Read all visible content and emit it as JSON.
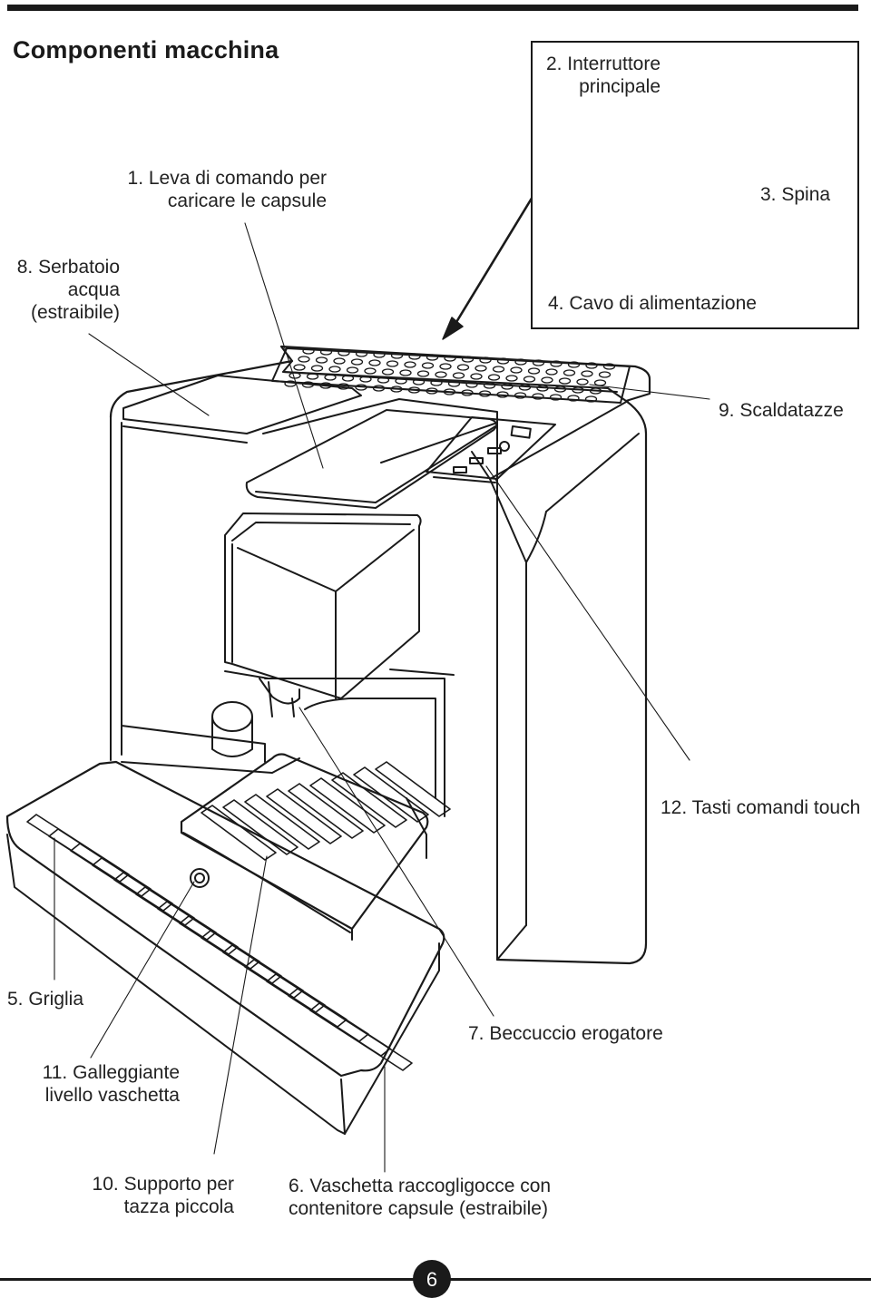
{
  "title": "Componenti macchina",
  "page_number": "6",
  "labels": {
    "l1": [
      "1. Leva di comando per",
      "caricare le capsule"
    ],
    "l2": [
      "2. Interruttore",
      "principale"
    ],
    "l3": [
      "3. Spina"
    ],
    "l4": [
      "4. Cavo di alimentazione"
    ],
    "l5": [
      "5. Griglia"
    ],
    "l6": [
      "6. Vaschetta raccogligocce con",
      "contenitore capsule (estraibile)"
    ],
    "l7": [
      "7. Beccuccio erogatore"
    ],
    "l8": [
      "8. Serbatoio",
      "acqua",
      "(estraibile)"
    ],
    "l9": [
      "9. Scaldatazze"
    ],
    "l10": [
      "10. Supporto per",
      "tazza piccola"
    ],
    "l11": [
      "11. Galleggiante",
      "livello vaschetta"
    ],
    "l12": [
      "12. Tasti comandi touch"
    ]
  }
}
